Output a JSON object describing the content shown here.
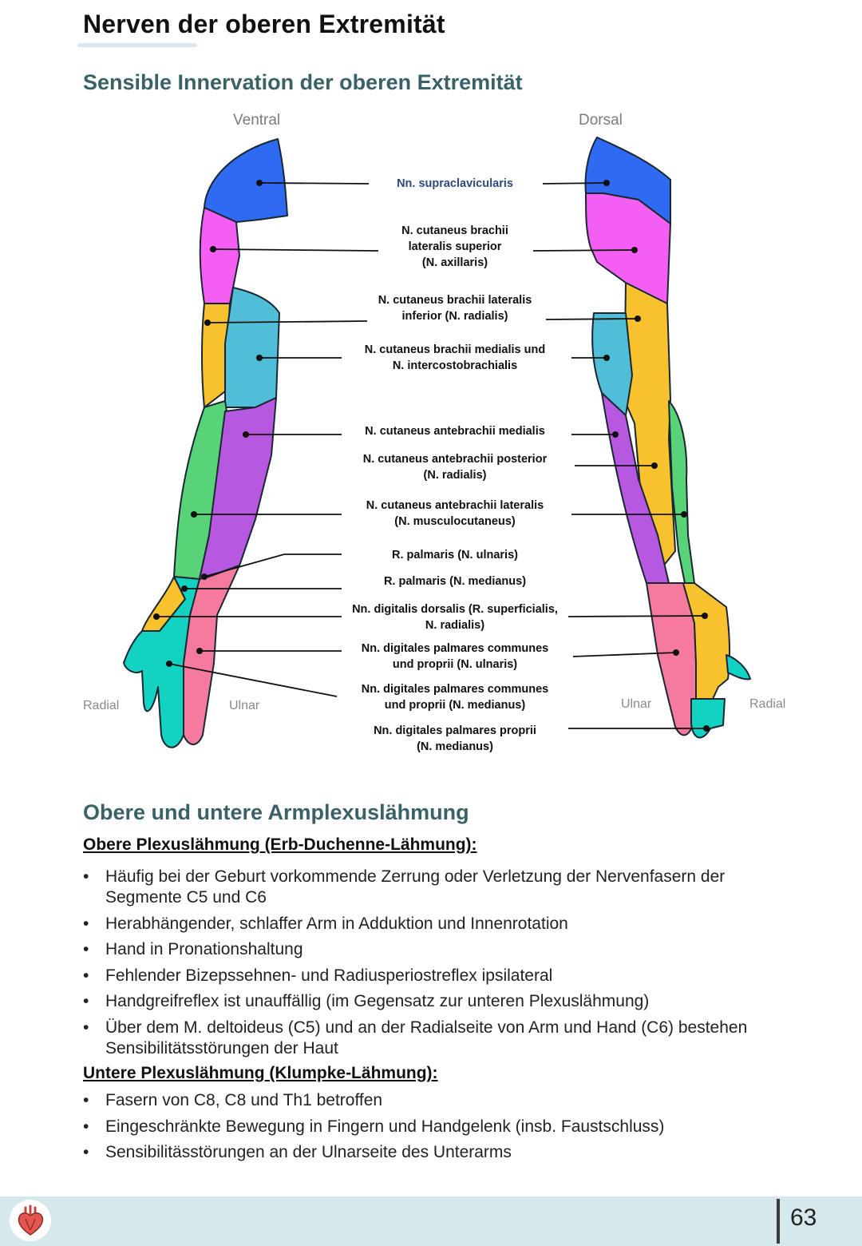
{
  "page": {
    "title": "Nerven der oberen Extremität",
    "page_number": "63",
    "footer_logo_icon": "anatomical-heart-icon"
  },
  "diagram": {
    "heading": "Sensible Innervation der oberen Extremität",
    "views": {
      "ventral": "Ventral",
      "dorsal": "Dorsal"
    },
    "sides": {
      "ventral_left": "Radial",
      "ventral_right": "Ulnar",
      "dorsal_left": "Ulnar",
      "dorsal_right": "Radial"
    },
    "labels": [
      {
        "lines": [
          "Nn. supraclavicularis"
        ]
      },
      {
        "lines": [
          "N. cutaneus brachii",
          "lateralis superior",
          "(N. axillaris)"
        ]
      },
      {
        "lines": [
          "N. cutaneus brachii lateralis",
          "inferior (N. radialis)"
        ]
      },
      {
        "lines": [
          "N. cutaneus brachii medialis und",
          "N. intercostobrachialis"
        ]
      },
      {
        "lines": [
          "N. cutaneus antebrachii medialis"
        ]
      },
      {
        "lines": [
          "N. cutaneus antebrachii posterior",
          "(N. radialis)"
        ]
      },
      {
        "lines": [
          "N. cutaneus antebrachii lateralis",
          "(N. musculocutaneus)"
        ]
      },
      {
        "lines": [
          "R. palmaris (N. ulnaris)"
        ]
      },
      {
        "lines": [
          "R. palmaris (N. medianus)"
        ]
      },
      {
        "lines": [
          "Nn. digitalis dorsalis (R. superficialis,",
          "N. radialis)"
        ]
      },
      {
        "lines": [
          "Nn. digitales palmares communes",
          "und proprii (N. ulnaris)"
        ]
      },
      {
        "lines": [
          "Nn. digitales palmares communes",
          "und proprii (N. medianus)"
        ]
      },
      {
        "lines": [
          "Nn. digitales palmares proprii",
          "(N. medianus)"
        ]
      }
    ],
    "colors": {
      "supraclavicular": "#2f6bf2",
      "axillary": "#f55ef2",
      "radial_upper": "#f8c22e",
      "medial_brachial": "#4fbed6",
      "medial_antebrachial": "#b658e0",
      "musculocutaneous": "#58d378",
      "ulnar": "#f57a9e",
      "median": "#12d3c2",
      "line": "#111111"
    }
  },
  "plexus": {
    "heading": "Obere und untere Armplexuslähmung",
    "upper": {
      "title": "Obere Plexuslähmung (Erb-Duchenne-Lähmung):",
      "items": [
        "Häufig bei der Geburt vorkommende Zerrung oder Verletzung der Nervenfasern der Segmente C5 und C6",
        "Herabhängender, schlaffer Arm in Adduktion und Innenrotation",
        "Hand in Pronationshaltung",
        "Fehlender Bizepssehnen- und Radiusperiostreflex ipsilateral",
        "Handgreifreflex ist unauffällig (im Gegensatz zur unteren Plexuslähmung)",
        "Über dem M. deltoideus (C5) und an der Radialseite von Arm und Hand (C6) bestehen Sensibilitätsstörungen der Haut"
      ]
    },
    "lower": {
      "title": "Untere Plexuslähmung (Klumpke-Lähmung):",
      "items": [
        "Fasern von C8, C8 und Th1 betroffen",
        "Eingeschränkte Bewegung in Fingern und Handgelenk (insb. Faustschluss)",
        "Sensibilitässtörungen an der Ulnarseite des Unterarms"
      ]
    }
  }
}
